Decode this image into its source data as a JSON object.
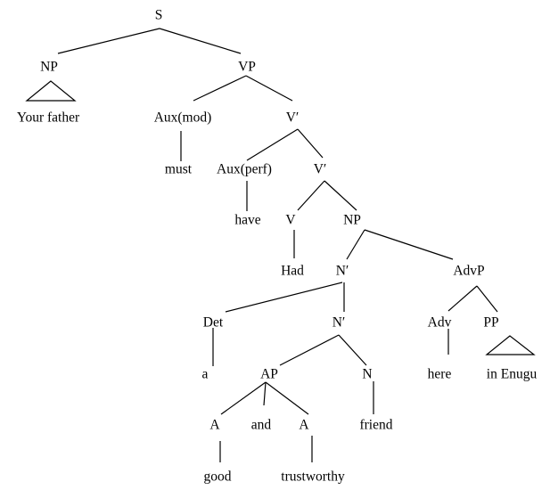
{
  "tree": {
    "S": "S",
    "NP_subj": "NP",
    "your_father": "Your father",
    "VP": "VP",
    "aux_mod": "Aux(mod)",
    "must": "must",
    "vbar1": "V′",
    "aux_perf": "Aux(perf)",
    "have": "have",
    "vbar2": "V′",
    "V": "V",
    "had": "Had",
    "NP_obj": "NP",
    "nbar1": "N′",
    "advp": "AdvP",
    "det": "Det",
    "a": "a",
    "nbar2": "N′",
    "adv": "Adv",
    "here": "here",
    "pp": "PP",
    "in_enugu": "in Enugu",
    "ap": "AP",
    "n": "N",
    "friend": "friend",
    "a1": "A",
    "and": "and",
    "a2": "A",
    "good": "good",
    "trustworthy": "trustworthy"
  }
}
